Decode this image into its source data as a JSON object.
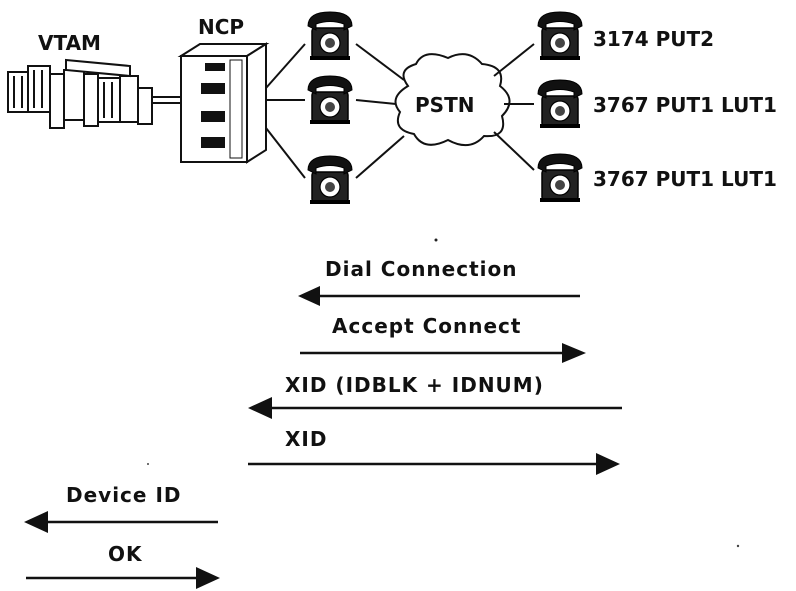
{
  "nodes": {
    "vtam": "VTAM",
    "ncp": "NCP",
    "pstn": "PSTN",
    "device_1": "3174 PUT2",
    "device_2": "3767 PUT1 LUT1",
    "device_3": "3767 PUT1 LUT1"
  },
  "flows": [
    {
      "label": "Dial Connection",
      "direction": "left"
    },
    {
      "label": "Accept Connect",
      "direction": "right"
    },
    {
      "label": "XID (IDBLK + IDNUM)",
      "direction": "left"
    },
    {
      "label": "XID",
      "direction": "right"
    },
    {
      "label": "Device ID",
      "direction": "left"
    },
    {
      "label": "OK",
      "direction": "right"
    }
  ],
  "colors": {
    "ink": "#111111",
    "paper": "#ffffff"
  },
  "icons": [
    "mainframe-icon",
    "controller-icon",
    "telephone-icon",
    "cloud-icon"
  ]
}
